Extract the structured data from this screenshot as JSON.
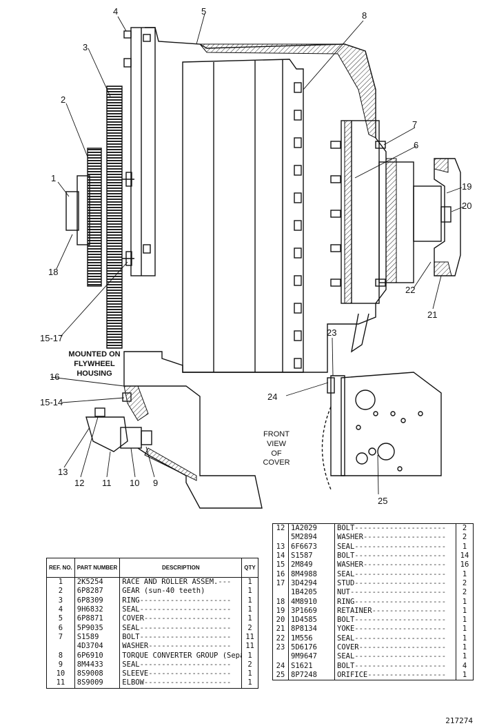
{
  "callouts": {
    "c1": "1",
    "c2": "2",
    "c3": "3",
    "c4": "4",
    "c5": "5",
    "c6": "6",
    "c7": "7",
    "c8": "8",
    "c9": "9",
    "c10": "10",
    "c11": "11",
    "c12": "12",
    "c13": "13",
    "c14": "15-14",
    "c16": "16",
    "c17": "15-17",
    "c18": "18",
    "c19": "19",
    "c20": "20",
    "c21": "21",
    "c22": "22",
    "c23": "23",
    "c24": "24",
    "c25": "25"
  },
  "notes": {
    "mounted": [
      "MOUNTED ON",
      "FLYWHEEL",
      "HOUSING"
    ],
    "front_view": [
      "FRONT",
      "VIEW",
      "OF",
      "COVER"
    ]
  },
  "parts_table_left": {
    "headers": {
      "ref": "REF. NO.",
      "part": "PART NUMBER",
      "desc": "DESCRIPTION",
      "qty": "QTY"
    },
    "rows": [
      {
        "ref": "1",
        "part": "2K5254",
        "desc": "RACE AND ROLLER ASSEM.",
        "qty": "1"
      },
      {
        "ref": "2",
        "part": "6P8287",
        "desc": "GEAR",
        "desc_extra": "(sun-40 teeth)",
        "qty": "1"
      },
      {
        "ref": "3",
        "part": "6P8309",
        "desc": "RING",
        "qty": "1"
      },
      {
        "ref": "4",
        "part": "9H6832",
        "desc": "SEAL",
        "qty": "1"
      },
      {
        "ref": "5",
        "part": "6P8871",
        "desc": "COVER",
        "qty": "1"
      },
      {
        "ref": "6",
        "part": "5P9035",
        "desc": "SEAL",
        "qty": "2"
      },
      {
        "ref": "7",
        "part": "S1589",
        "desc": "BOLT",
        "qty": "11"
      },
      {
        "ref": "",
        "part": "4D3704",
        "desc": "WASHER",
        "qty": "11"
      },
      {
        "ref": "8",
        "part": "6P6910",
        "desc": "TORQUE CONVERTER GROUP",
        "desc_extra": "(Separate Illustration)",
        "qty": "1"
      },
      {
        "ref": "9",
        "part": "8M4433",
        "desc": "SEAL",
        "qty": "2"
      },
      {
        "ref": "10",
        "part": "8S9008",
        "desc": "SLEEVE",
        "qty": "1"
      },
      {
        "ref": "11",
        "part": "8S9009",
        "desc": "ELBOW",
        "qty": "1"
      }
    ]
  },
  "parts_table_right": {
    "rows": [
      {
        "ref": "12",
        "part": "1A2029",
        "desc": "BOLT",
        "qty": "2"
      },
      {
        "ref": "",
        "part": "5M2894",
        "desc": "WASHER",
        "qty": "2"
      },
      {
        "ref": "13",
        "part": "6F6673",
        "desc": "SEAL",
        "qty": "1"
      },
      {
        "ref": "14",
        "part": "S1587",
        "desc": "BOLT",
        "qty": "14"
      },
      {
        "ref": "15",
        "part": "2M849",
        "desc": "WASHER",
        "qty": "16"
      },
      {
        "ref": "16",
        "part": "8M4988",
        "desc": "SEAL",
        "qty": "1"
      },
      {
        "ref": "17",
        "part": "3D4294",
        "desc": "STUD",
        "qty": "2"
      },
      {
        "ref": "",
        "part": "1B4205",
        "desc": "NUT",
        "qty": "2"
      },
      {
        "ref": "18",
        "part": "4M8910",
        "desc": "RING",
        "qty": "1"
      },
      {
        "ref": "19",
        "part": "3P1669",
        "desc": "RETAINER",
        "qty": "1"
      },
      {
        "ref": "20",
        "part": "1D4585",
        "desc": "BOLT",
        "qty": "1"
      },
      {
        "ref": "21",
        "part": "8P8134",
        "desc": "YOKE",
        "qty": "1"
      },
      {
        "ref": "22",
        "part": "1M556",
        "desc": "SEAL",
        "qty": "1"
      },
      {
        "ref": "23",
        "part": "5D6176",
        "desc": "COVER",
        "qty": "1"
      },
      {
        "ref": "",
        "part": "9M9647",
        "desc": "SEAL",
        "qty": "1"
      },
      {
        "ref": "24",
        "part": "S1621",
        "desc": "BOLT",
        "qty": "4"
      },
      {
        "ref": "25",
        "part": "8P7248",
        "desc": "ORIFICE",
        "qty": "1"
      }
    ]
  },
  "plate_number": "217274"
}
